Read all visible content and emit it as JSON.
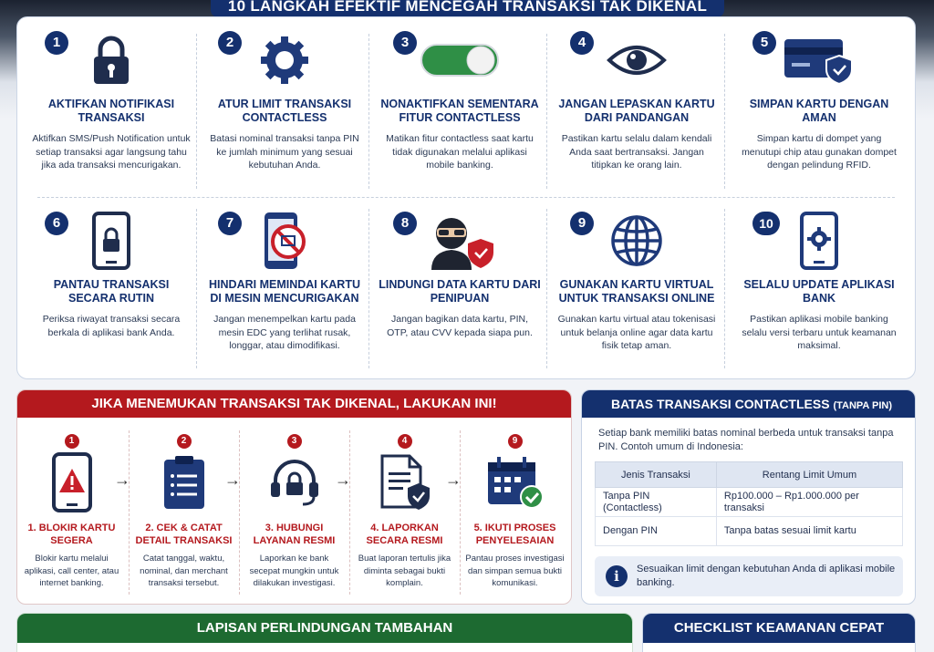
{
  "header": {
    "title": "10 LANGKAH EFEKTIF MENCEGAH TRANSAKSI TAK DIKENAL"
  },
  "steps": [
    {
      "num": "1",
      "icon": "lock-icon",
      "title": "AKTIFKAN NOTIFIKASI TRANSAKSI",
      "desc": "Aktifkan SMS/Push Notification untuk setiap transaksi agar langsung tahu jika ada transaksi mencurigakan."
    },
    {
      "num": "2",
      "icon": "gear-icon",
      "title": "ATUR LIMIT TRANSAKSI CONTACTLESS",
      "desc": "Batasi nominal transaksi tanpa PIN ke jumlah minimum yang sesuai kebutuhan Anda."
    },
    {
      "num": "3",
      "icon": "toggle-icon",
      "title": "NONAKTIFKAN SEMENTARA FITUR CONTACTLESS",
      "desc": "Matikan fitur contactless saat kartu tidak digunakan melalui aplikasi mobile banking."
    },
    {
      "num": "4",
      "icon": "eye-icon",
      "title": "JANGAN LEPASKAN KARTU DARI PANDANGAN",
      "desc": "Pastikan kartu selalu dalam kendali Anda saat bertransaksi. Jangan titipkan ke orang lain."
    },
    {
      "num": "5",
      "icon": "card-shield-icon",
      "title": "SIMPAN KARTU DENGAN AMAN",
      "desc": "Simpan kartu di dompet yang menutupi chip atau gunakan dompet dengan pelindung RFID."
    },
    {
      "num": "6",
      "icon": "phone-lock-icon",
      "title": "PANTAU TRANSAKSI SECARA RUTIN",
      "desc": "Periksa riwayat transaksi secara berkala di aplikasi bank Anda."
    },
    {
      "num": "7",
      "icon": "phone-prohibited-icon",
      "title": "HINDARI MEMINDAI KARTU DI MESIN MENCURIGAKAN",
      "desc": "Jangan menempelkan kartu pada mesin EDC yang terlihat rusak, longgar, atau dimodifikasi."
    },
    {
      "num": "8",
      "icon": "thief-shield-icon",
      "title": "LINDUNGI DATA KARTU DARI PENIPUAN",
      "desc": "Jangan bagikan data kartu, PIN, OTP, atau CVV kepada siapa pun."
    },
    {
      "num": "9",
      "icon": "globe-icon",
      "title": "GUNAKAN KARTU VIRTUAL UNTUK TRANSAKSI ONLINE",
      "desc": "Gunakan kartu virtual atau tokenisasi untuk belanja online agar data kartu fisik tetap aman."
    },
    {
      "num": "10",
      "icon": "phone-gear-icon",
      "title": "SELALU UPDATE APLIKASI BANK",
      "desc": "Pastikan aplikasi mobile banking selalu versi terbaru untuk keamanan maksimal."
    }
  ],
  "incident": {
    "title": "JIKA MENEMUKAN TRANSAKSI TAK DIKENAL, LAKUKAN INI!",
    "steps": [
      {
        "num": "1",
        "icon": "phone-alert-icon",
        "title": "1. BLOKIR KARTU SEGERA",
        "desc": "Blokir kartu melalui aplikasi, call center, atau internet banking."
      },
      {
        "num": "2",
        "icon": "clipboard-icon",
        "title": "2. CEK & CATAT DETAIL TRANSAKSI",
        "desc": "Catat tanggal, waktu, nominal, dan merchant transaksi tersebut."
      },
      {
        "num": "3",
        "icon": "headset-lock-icon",
        "title": "3. HUBUNGI LAYANAN RESMI",
        "desc": "Laporkan ke bank secepat mungkin untuk dilakukan investigasi."
      },
      {
        "num": "4",
        "icon": "document-shield-icon",
        "title": "4. LAPORKAN SECARA RESMI",
        "desc": "Buat laporan tertulis jika diminta sebagai bukti komplain."
      },
      {
        "num": "9",
        "icon": "calendar-check-icon",
        "title": "5. IKUTI PROSES PENYELESAIAN",
        "desc": "Pantau proses investigasi dan simpan semua bukti komunikasi."
      }
    ]
  },
  "limits": {
    "title": "BATAS TRANSAKSI CONTACTLESS",
    "title_suffix": "(TANPA PIN)",
    "intro": "Setiap bank memiliki batas nominal berbeda untuk transaksi tanpa PIN. Contoh umum di Indonesia:",
    "headers": [
      "Jenis Transaksi",
      "Rentang Limit Umum"
    ],
    "rows": [
      [
        "Tanpa PIN (Contactless)",
        "Rp100.000 – Rp1.000.000 per transaksi"
      ],
      [
        "Dengan PIN",
        "Tanpa batas sesuai limit kartu"
      ]
    ],
    "note": "Sesuaikan limit dengan kebutuhan Anda di aplikasi mobile banking.",
    "info_glyph": "i"
  },
  "extra_protection": {
    "title": "LAPISAN PERLINDUNGAN TAMBAHAN"
  },
  "checklist": {
    "title": "CHECKLIST KEAMANAN CEPAT"
  },
  "colors": {
    "navy": "#14306e",
    "red": "#b4191e",
    "green": "#1d6a31",
    "toggle": "#2f8f46"
  }
}
